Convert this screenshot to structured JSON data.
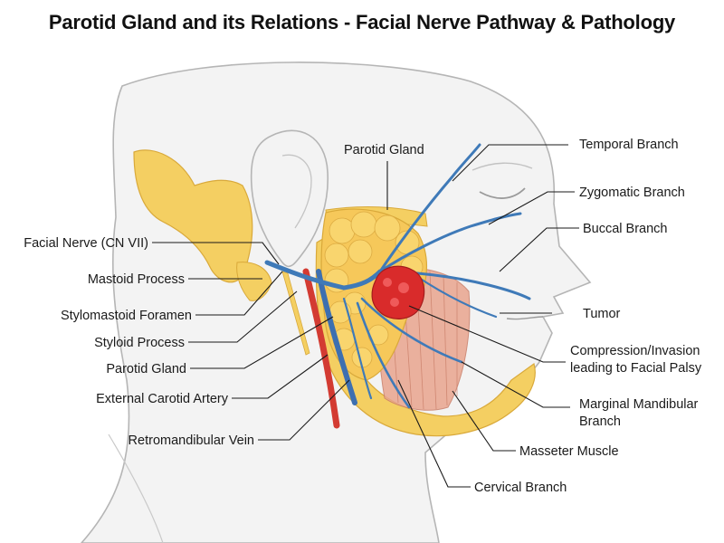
{
  "title": "Parotid Gland and its Relations - Facial Nerve Pathway & Pathology",
  "labels": {
    "parotid_gland_top": "Parotid Gland",
    "temporal_branch": "Temporal Branch",
    "zygomatic_branch": "Zygomatic Branch",
    "buccal_branch": "Buccal Branch",
    "tumor": "Tumor",
    "compression_line1": "Compression/Invasion",
    "compression_line2": "leading to Facial Palsy",
    "marginal_line1": "Marginal Mandibular",
    "marginal_line2": "Branch",
    "masseter_muscle": "Masseter Muscle",
    "cervical_branch": "Cervical Branch",
    "facial_nerve": "Facial Nerve (CN VII)",
    "mastoid_process": "Mastoid Process",
    "stylomastoid_foramen": "Stylomastoid Foramen",
    "styloid_process": "Styloid Process",
    "parotid_gland_left": "Parotid Gland",
    "external_carotid_artery": "External Carotid Artery",
    "retromandibular_vein": "Retromandibular Vein"
  },
  "colors": {
    "skin": "#f3f3f3",
    "outline": "#b5b5b5",
    "bone": "#f4cf62",
    "gland": "#f6c85a",
    "gland_lobule": "#f9d56e",
    "nerve": "#3f7ab8",
    "artery": "#d33b32",
    "vein": "#3d6fb0",
    "tumor": "#d92b2b",
    "muscle": "#e9a58f"
  }
}
